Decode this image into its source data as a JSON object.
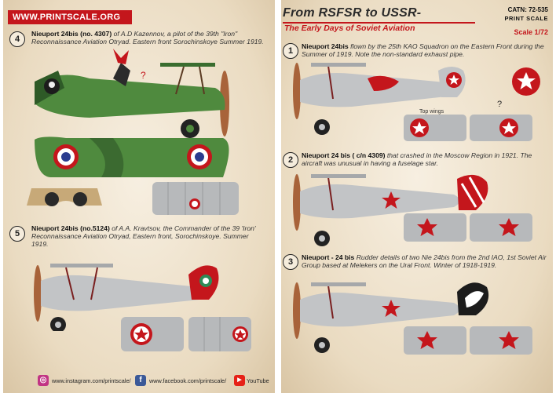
{
  "left": {
    "banner": "WWW.PRINTSCALE.ORG",
    "items": [
      {
        "number": "4",
        "name": "Nieuport 24bis (no. 4307)",
        "text": " of A.D Kazennov, a pilot of the 39th \"Iron\" Reconnaissance Aviation Otryad. Eastern front Sorochinskoye Summer 1919."
      },
      {
        "number": "5",
        "name": "Nieuport 24bis (no.5124)",
        "text": " of A.A. Kravtsov, the Commander of the 39 'Iron' Reconnaissance Aviation Otryad, Eastern front, Sorochinskoye. Summer 1919."
      }
    ],
    "question_mark": "?",
    "social": {
      "instagram": "www.instagram.com/printscale/",
      "facebook": "www.facebook.com/printscale/",
      "youtube": "YouTube"
    }
  },
  "right": {
    "title": "From RSFSR to USSR-",
    "subtitle": "The Early Days of Soviet Aviation",
    "cat_no": "CATN: 72-535",
    "brand": "PRINT SCALE",
    "scale": "Scale 1/72",
    "top_wings_label": "Top wings",
    "question_mark": "?",
    "items": [
      {
        "number": "1",
        "name": "Nieuport 24bis",
        "text": " flown by the 25th KAO Squadron on the Eastern Front during the Summer of 1919. Note the non-standard exhaust pipe."
      },
      {
        "number": "2",
        "name": "Nieuport 24 bis ( c/n 4309)",
        "text": " that crashed in the Moscow Region in 1921. The aircraft was unusual in having a fuselage star."
      },
      {
        "number": "3",
        "name": "Nieuport - 24 bis",
        "text": " Rudder details of two Nie 24bis from the 2nd IAO, 1st Soviet Air Group based at Melekers on the Ural Front. Winter of 1918-1919."
      }
    ]
  },
  "colors": {
    "red": "#c4161c",
    "green": "#4f8a3e",
    "grey": "#b7b9bb",
    "wood": "#a8633a"
  }
}
